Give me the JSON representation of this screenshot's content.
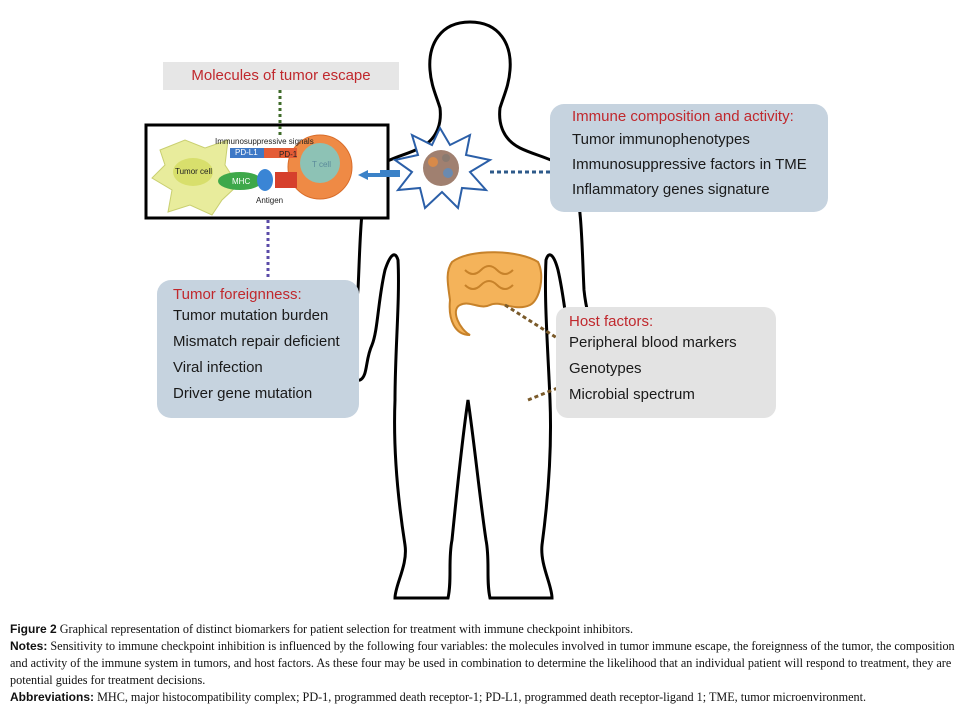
{
  "molecules_box": {
    "title": "Molecules of tumor escape"
  },
  "inset": {
    "signals": "Immunosuppressive signals",
    "pdl1": "PD-L1",
    "pd1": "PD-1",
    "tumor_cell": "Tumor cell",
    "mhc": "MHC",
    "tcell": "T cell",
    "antigen": "Antigen"
  },
  "immune_box": {
    "title": "Immune composition and activity:",
    "items": [
      "Tumor immunophenotypes",
      "Immunosuppressive factors in TME",
      "Inflammatory genes signature"
    ]
  },
  "foreignness_box": {
    "title": "Tumor foreignness:",
    "items": [
      "Tumor mutation burden",
      "Mismatch repair deficient",
      "Viral infection",
      "Driver gene mutation"
    ]
  },
  "host_box": {
    "title": "Host factors:",
    "items": [
      "Peripheral blood markers",
      "Genotypes",
      "Microbial spectrum"
    ]
  },
  "caption": {
    "figure_label": "Figure 2",
    "figure_text": " Graphical representation of distinct biomarkers for patient selection for treatment with immune checkpoint inhibitors.",
    "notes_label": "Notes:",
    "notes_text": " Sensitivity to immune checkpoint inhibition is influenced by the following four variables: the molecules involved in tumor immune escape, the foreignness of the tumor, the composition and activity of the immune system in tumors, and host factors. As these four may be used in combination to determine the likelihood that an individual patient will respond to treatment, they are potential guides for treatment decisions.",
    "abbr_label": "Abbreviations:",
    "abbr_text": " MHC, major histocompatibility complex; PD-1, programmed death receptor-1; PD-L1, programmed death receptor-ligand 1; TME, tumor microenvironment."
  },
  "colors": {
    "title_red": "#c0282d",
    "blue_box": "#c6d3df",
    "grey_box": "#e3e3e3"
  }
}
